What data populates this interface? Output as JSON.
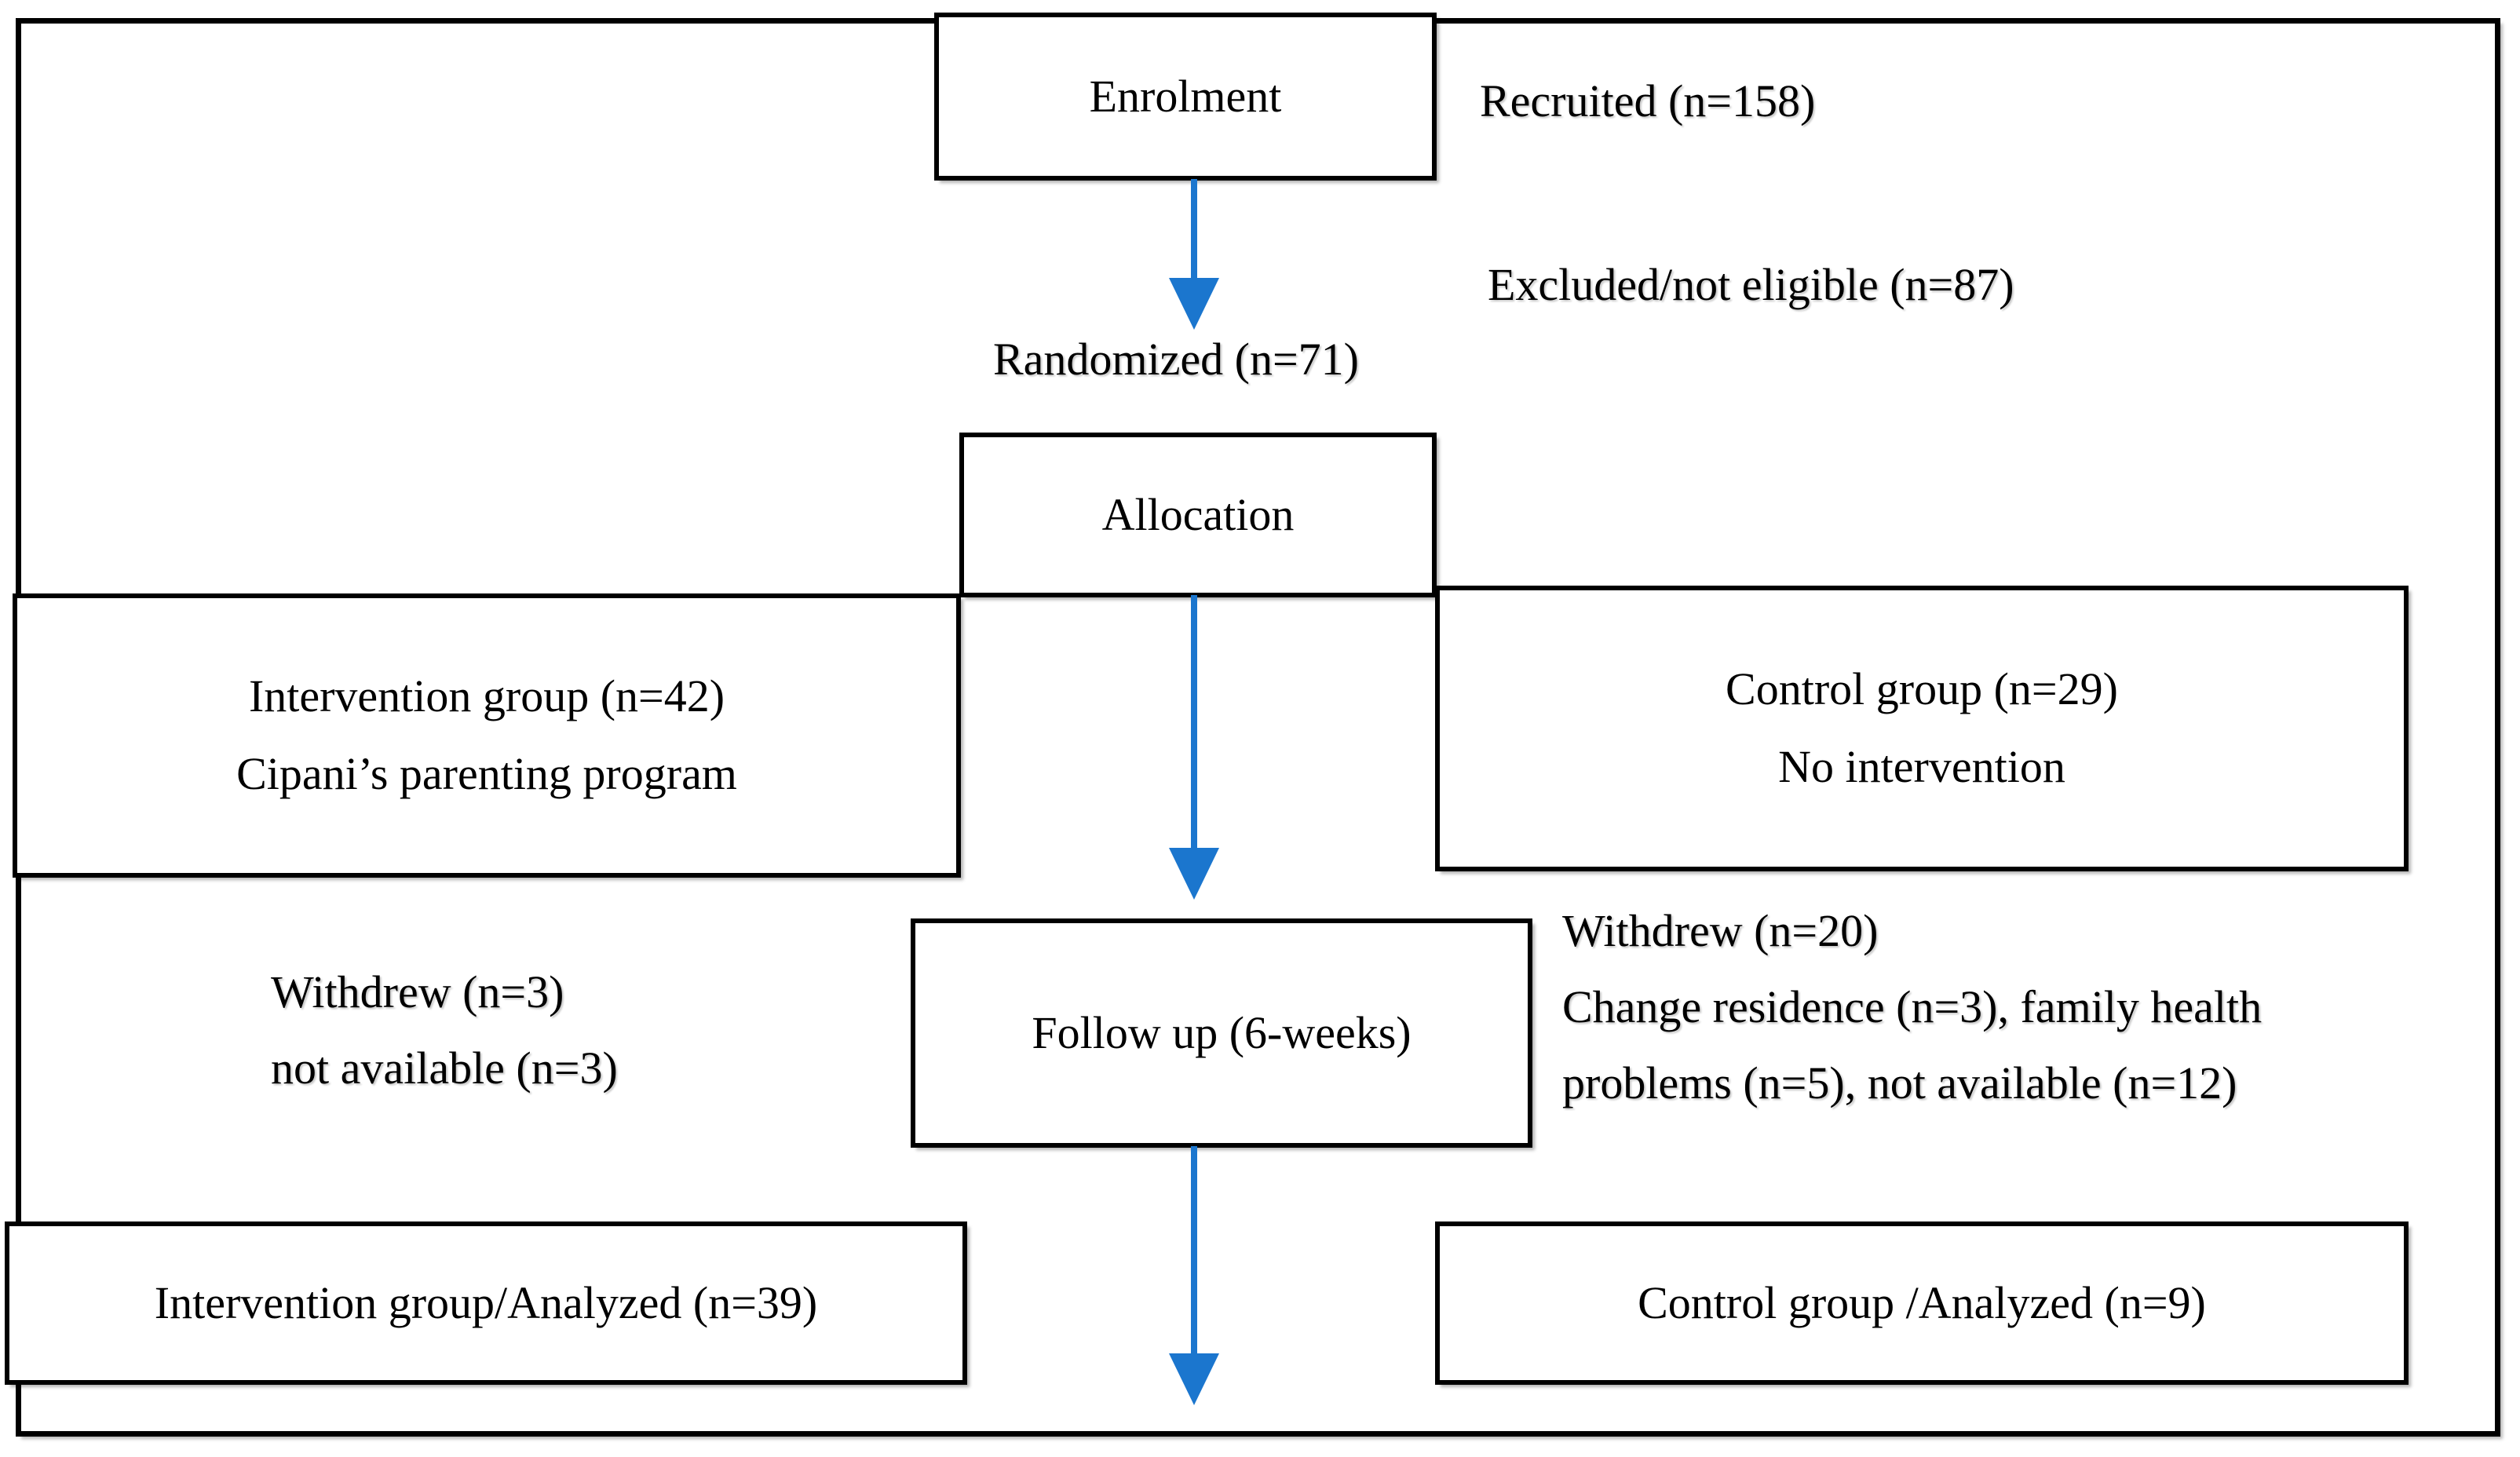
{
  "diagram": {
    "title": "CONSORT participant flow diagram",
    "accent_color": "#1B76CE",
    "line_color": "#000000",
    "background_color": "#FFFFFF"
  },
  "stages": {
    "enrolment": {
      "label": "Enrolment",
      "recruited": "Recruited (n=158)",
      "excluded": "Excluded/not eligible (n=87)",
      "randomized": "Randomized (n=71)"
    },
    "allocation": {
      "label": "Allocation",
      "intervention": {
        "line1": "Intervention group (n=42)",
        "line2": "Cipani’s parenting program"
      },
      "control": {
        "line1": "Control group (n=29)",
        "line2": "No intervention"
      }
    },
    "followup": {
      "label": "Follow up (6-weeks)",
      "intervention_losses": {
        "line1": "Withdrew (n=3)",
        "line2": "not available (n=3)"
      },
      "control_losses": {
        "line1": "Withdrew (n=20)",
        "line2": "Change residence (n=3), family health",
        "line3": "problems (n=5), not available (n=12)"
      }
    },
    "analysis": {
      "intervention": "Intervention group/Analyzed (n=39)",
      "control": "Control group /Analyzed (n=9)"
    }
  },
  "counts": {
    "recruited": 158,
    "excluded_not_eligible": 87,
    "randomized": 71,
    "intervention_allocated": 42,
    "control_allocated": 29,
    "intervention_withdrew": 3,
    "intervention_not_available": 3,
    "control_withdrew": 20,
    "control_change_residence": 3,
    "control_family_health_problems": 5,
    "control_not_available": 12,
    "intervention_analyzed": 39,
    "control_analyzed": 9,
    "followup_weeks": 6
  }
}
